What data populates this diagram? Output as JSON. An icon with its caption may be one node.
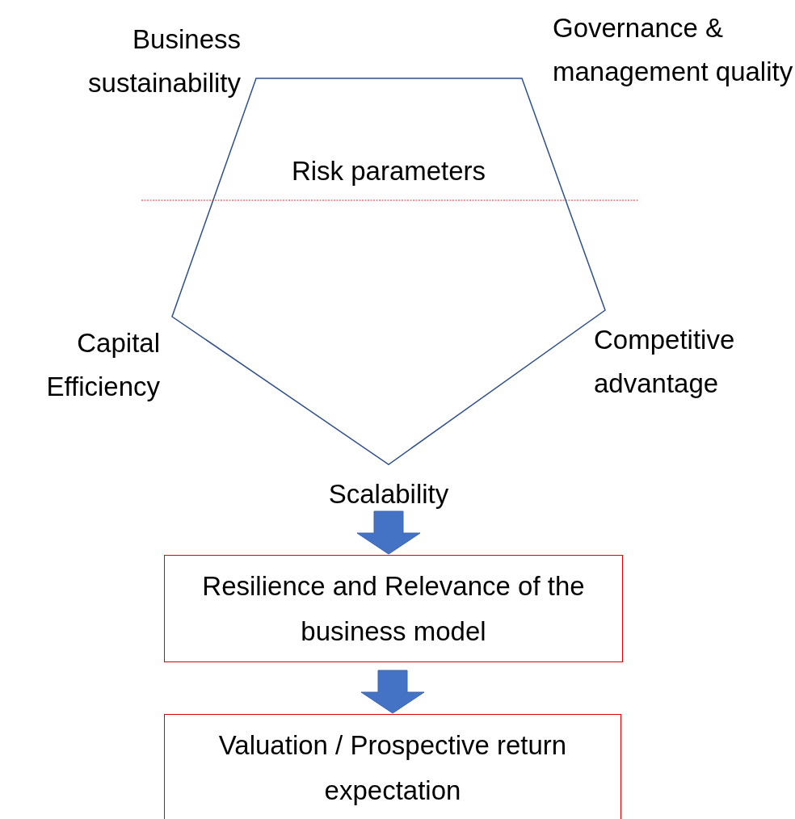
{
  "diagram": {
    "nodes": [
      {
        "text": [
          "Risk parameters"
        ],
        "beside": [
          "Business sustainability",
          "Governance & management quality",
          "Capital Efficiency",
          "Competitive advantage",
          "Scalability"
        ]
      },
      {
        "text": [
          "Resilience and Relevance of the business model"
        ]
      },
      {
        "text": [
          "Valuation / Prospective return expectation"
        ]
      }
    ],
    "edges": [
      {
        "from": 0,
        "to": 1,
        "arrow": "to",
        "style": "thick"
      },
      {
        "from": 1,
        "to": 2,
        "arrow": "to",
        "style": "thick"
      }
    ]
  }
}
